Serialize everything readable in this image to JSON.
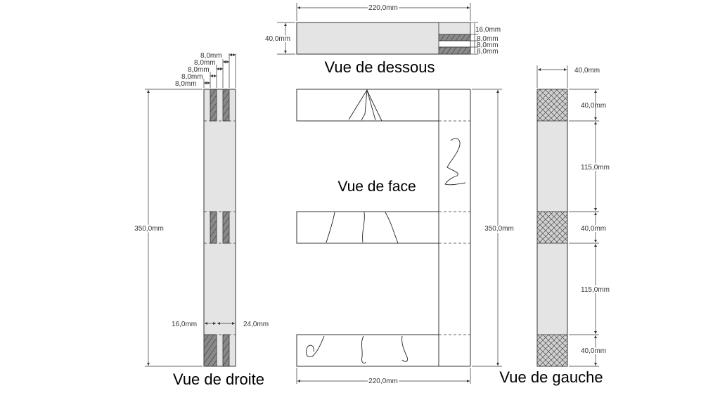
{
  "views": {
    "dessous": {
      "title": "Vue de dessous"
    },
    "face": {
      "title": "Vue de face"
    },
    "droite": {
      "title": "Vue de droite"
    },
    "gauche": {
      "title": "Vue de gauche"
    }
  },
  "dimensions": {
    "top_width": "220,0mm",
    "top_height": "40,0mm",
    "top_slot": "16,0mm",
    "top_layer_a": "8,0mm",
    "top_layer_b": "8,0mm",
    "top_layer_c": "8,0mm",
    "bottom_width": "220,0mm",
    "face_height": "350,0mm",
    "right_height": "350,0mm",
    "right_layer_1": "8,0mm",
    "right_layer_2": "8,0mm",
    "right_layer_3": "8,0mm",
    "right_layer_4": "8,0mm",
    "right_layer_5": "8,0mm",
    "right_bottom_left": "16,0mm",
    "right_bottom_right": "24,0mm",
    "left_top_width": "40,0mm",
    "left_seg_1": "40,0mm",
    "left_seg_2": "115,0mm",
    "left_seg_3": "40,0mm",
    "left_seg_4": "115,0mm",
    "left_seg_5": "40,0mm"
  },
  "colors": {
    "line": "#333333",
    "fill_gray": "#e4e4e4",
    "fill_hatch": "#8a8a8a"
  }
}
